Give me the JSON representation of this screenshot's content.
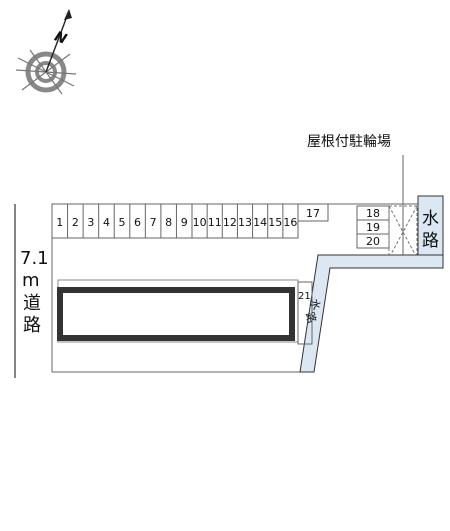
{
  "compass": {
    "north_label": "N",
    "icon": "compass-rose-icon"
  },
  "bike_parking_label": "屋根付駐輪場",
  "road": {
    "width": "7.1",
    "unit": "m",
    "label": [
      "道",
      "路"
    ]
  },
  "waterway_top": [
    "水",
    "路"
  ],
  "waterway_side": [
    "水",
    "路"
  ],
  "spaces_top": [
    "1",
    "2",
    "3",
    "4",
    "5",
    "6",
    "7",
    "8",
    "9",
    "10",
    "11",
    "12",
    "13",
    "14",
    "15",
    "16"
  ],
  "space_17": "17",
  "spaces_right": [
    "18",
    "19",
    "20"
  ],
  "space_21": "21",
  "colors": {
    "water": "#dbe7f2",
    "line": "#555555",
    "building": "#333333"
  }
}
